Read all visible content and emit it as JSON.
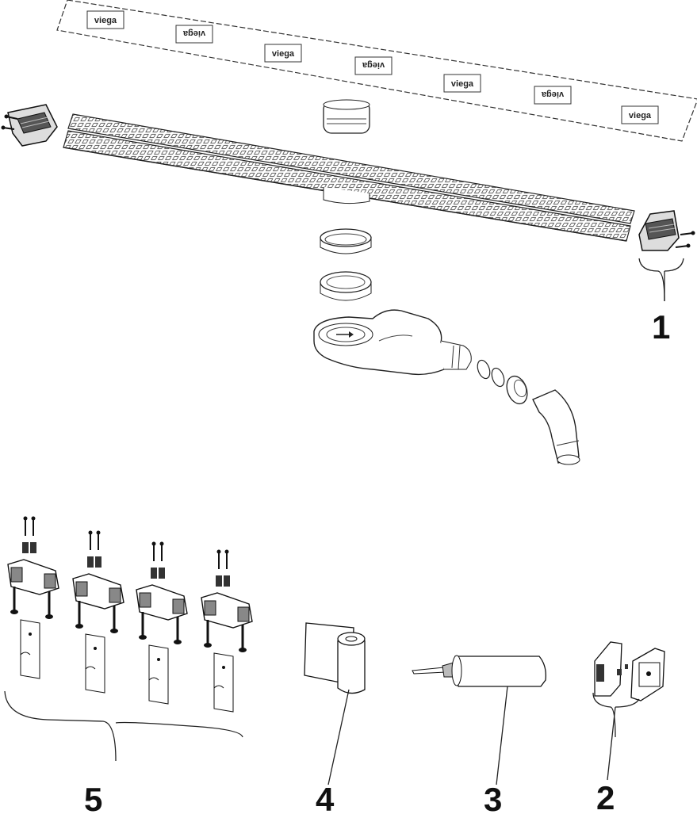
{
  "brand": {
    "logo_text": "viega"
  },
  "callouts": {
    "n1": "1",
    "n2": "2",
    "n3": "3",
    "n4": "4",
    "n5": "5"
  },
  "colors": {
    "line": "#1a1a1a",
    "background": "#ffffff"
  }
}
